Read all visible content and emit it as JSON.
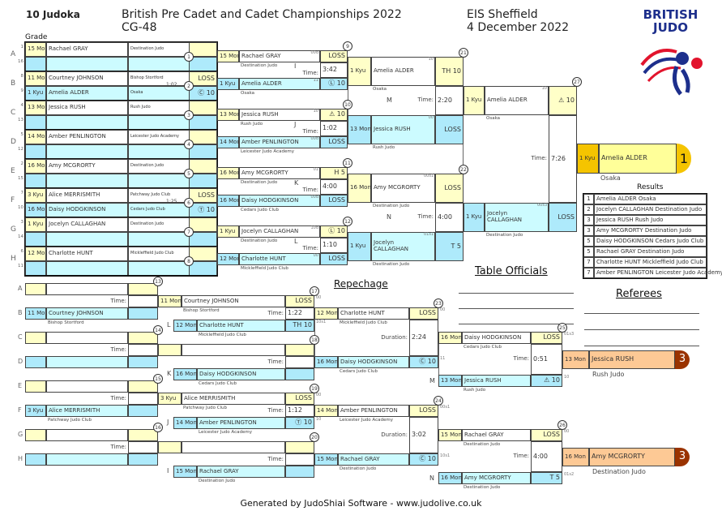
{
  "header": {
    "judoka": "10 Judoka",
    "title": "British Pre Cadet and Cadet Championships 2022",
    "category": "CG-48",
    "venue": "EIS Sheffield",
    "date": "4 December 2022",
    "grade_label": "Grade",
    "logo_text_1": "BRITISH",
    "logo_text_2": "JUDO"
  },
  "labels": {
    "time": "Time:",
    "duration": "Duration:",
    "repechage": "Repechage",
    "table_officials": "Table Officials",
    "referees": "Referees",
    "results": "Results",
    "footer": "Generated by JudoShiai Software - www.judolive.co.uk"
  },
  "round1": [
    {
      "letter": "A",
      "match": "1",
      "time": "",
      "white": {
        "seed": "1",
        "grade": "15 Mon",
        "name": "Rachael GRAY",
        "club": "Destination Judo",
        "score": ""
      },
      "blue": {
        "seed": "16",
        "grade": "",
        "name": "",
        "club": "",
        "score": ""
      }
    },
    {
      "letter": "B",
      "match": "2",
      "time": "1:02",
      "white": {
        "seed": "8",
        "grade": "11 Mon",
        "name": "Courtney JOHNSON",
        "club": "Bishop Stortford",
        "score": "LOSS"
      },
      "blue": {
        "seed": "9",
        "grade": "1 Kyu",
        "name": "Amelia ALDER",
        "club": "Osaka",
        "score": "Ⓒ 10"
      }
    },
    {
      "letter": "C",
      "match": "3",
      "time": "",
      "white": {
        "seed": "4",
        "grade": "13 Mon",
        "name": "Jessica RUSH",
        "club": "Rush Judo",
        "score": ""
      },
      "blue": {
        "seed": "13",
        "grade": "",
        "name": "",
        "club": "",
        "score": ""
      }
    },
    {
      "letter": "D",
      "match": "4",
      "time": "",
      "white": {
        "seed": "5",
        "grade": "14 Mon",
        "name": "Amber PENLINGTON",
        "club": "Leicester Judo Academy",
        "score": ""
      },
      "blue": {
        "seed": "12",
        "grade": "",
        "name": "",
        "club": "",
        "score": ""
      }
    },
    {
      "letter": "E",
      "match": "5",
      "time": "",
      "white": {
        "seed": "2",
        "grade": "16 Mon",
        "name": "Amy MCGRORTY",
        "club": "Destination Judo",
        "score": ""
      },
      "blue": {
        "seed": "15",
        "grade": "",
        "name": "",
        "club": "",
        "score": ""
      }
    },
    {
      "letter": "F",
      "match": "6",
      "time": "1:25",
      "white": {
        "seed": "7",
        "grade": "3 Kyu",
        "name": "Alice MERRISMITH",
        "club": "Patchway Judo Club",
        "score": "LOSS"
      },
      "blue": {
        "seed": "10",
        "grade": "16 Mon",
        "name": "Daisy HODGKINSON",
        "club": "Cedars Judo Club",
        "score": "Ⓣ 10"
      }
    },
    {
      "letter": "G",
      "match": "7",
      "time": "",
      "white": {
        "seed": "3",
        "grade": "1 Kyu",
        "name": "Jocelyn CALLAGHAN",
        "club": "Destination Judo",
        "score": ""
      },
      "blue": {
        "seed": "14",
        "grade": "",
        "name": "",
        "club": "",
        "score": ""
      }
    },
    {
      "letter": "H",
      "match": "8",
      "time": "",
      "white": {
        "seed": "6",
        "grade": "12 Mon",
        "name": "Charlotte HUNT",
        "club": "Mickleffield Judo Club",
        "score": ""
      },
      "blue": {
        "seed": "11",
        "grade": "",
        "name": "",
        "club": "",
        "score": ""
      }
    }
  ],
  "round2": [
    {
      "match": "9",
      "letter": "I",
      "time": "3:42",
      "white": {
        "grade": "15 Mon",
        "name": "Rachael GRAY",
        "club": "Destination Judo",
        "score": "LOSS",
        "code": "00d"
      },
      "blue": {
        "grade": "1 Kyu",
        "name": "Amelia ALDER",
        "club": "Osaka",
        "score": "Ⓛ 10",
        "code": "11"
      }
    },
    {
      "match": "10",
      "letter": "J",
      "time": "1:02",
      "white": {
        "grade": "13 Mon",
        "name": "Jessica RUSH",
        "club": "Rush Judo",
        "score": "⚠ 10",
        "code": "10"
      },
      "blue": {
        "grade": "14 Mon",
        "name": "Amber PENLINGTON",
        "club": "Leicester Judo Academy",
        "score": "LOSS",
        "code": "00d"
      }
    },
    {
      "match": "11",
      "letter": "K",
      "time": "4:00",
      "white": {
        "grade": "16 Mon",
        "name": "Amy MCGRORTY",
        "club": "Destination Judo",
        "score": "H 5",
        "code": "01"
      },
      "blue": {
        "grade": "16 Mon",
        "name": "Daisy HODGKINSON",
        "club": "Cedars Judo Club",
        "score": "LOSS",
        "code": "00d"
      }
    },
    {
      "match": "12",
      "letter": "L",
      "time": "1:10",
      "white": {
        "grade": "1 Kyu",
        "name": "Jocelyn CALLAGHAN",
        "club": "Destination Judo",
        "score": "Ⓛ 10",
        "code": "10d"
      },
      "blue": {
        "grade": "12 Mon",
        "name": "Charlotte HUNT",
        "club": "Mickleffield Judo Club",
        "score": "LOSS",
        "code": "00"
      }
    }
  ],
  "semis": [
    {
      "match": "21",
      "letter": "M",
      "time": "2:20",
      "white": {
        "grade": "1 Kyu",
        "name": "Amelia ALDER",
        "club": "Osaka",
        "score": "TH 10",
        "code": "10"
      },
      "blue": {
        "grade": "13 Mon",
        "name": "Jessica RUSH",
        "club": "Rush Judo",
        "score": "LOSS",
        "code": "00"
      }
    },
    {
      "match": "22",
      "letter": "N",
      "time": "4:00",
      "white": {
        "grade": "16 Mon",
        "name": "Amy MCGRORTY",
        "club": "Destination Judo",
        "score": "LOSS",
        "code": "00s1"
      },
      "blue": {
        "grade": "1 Kyu",
        "name": "Jocelyn CALLAGHAN",
        "club": "Destination Judo",
        "score": "T 5",
        "code": "01s1"
      }
    }
  ],
  "final": {
    "match": "27",
    "letter": "",
    "time": "7:26",
    "white": {
      "grade": "1 Kyu",
      "name": "Amelia ALDER",
      "club": "Osaka",
      "score": "⚠ 10",
      "code": "10"
    },
    "blue": {
      "grade": "1 Kyu",
      "name": "Jocelyn CALLAGHAN",
      "club": "Destination Judo",
      "score": "LOSS",
      "code": "00s3"
    }
  },
  "winner": {
    "grade": "1 Kyu",
    "name": "Amelia ALDER",
    "club": "Osaka",
    "place": "1"
  },
  "results": [
    {
      "place": "1",
      "text": "Amelia ALDER Osaka"
    },
    {
      "place": "2",
      "text": "Jocelyn CALLAGHAN Destination Judo"
    },
    {
      "place": "3",
      "text": "Jessica RUSH Rush Judo"
    },
    {
      "place": "3",
      "text": "Amy MCGRORTY Destination Judo"
    },
    {
      "place": "5",
      "text": "Daisy HODGKINSON Cedars Judo Club"
    },
    {
      "place": "5",
      "text": "Rachael GRAY Destination Judo"
    },
    {
      "place": "7",
      "text": "Charlotte HUNT Mickleffield Judo Club"
    },
    {
      "place": "7",
      "text": "Amber PENLINGTON Leicester Judo Academy"
    }
  ],
  "rep1": [
    {
      "match": "13",
      "white_letter": "A",
      "blue_letter": "B",
      "time": "",
      "white": {
        "grade": "",
        "name": "",
        "club": "",
        "score": ""
      },
      "blue": {
        "grade": "11 Mon",
        "name": "Courtney JOHNSON",
        "club": "Bishop Stortford",
        "score": ""
      }
    },
    {
      "match": "14",
      "white_letter": "C",
      "blue_letter": "D",
      "time": "",
      "white": {
        "grade": "",
        "name": "",
        "club": "",
        "score": ""
      },
      "blue": {
        "grade": "",
        "name": "",
        "club": "",
        "score": ""
      }
    },
    {
      "match": "15",
      "white_letter": "E",
      "blue_letter": "F",
      "time": "",
      "white": {
        "grade": "",
        "name": "",
        "club": "",
        "score": ""
      },
      "blue": {
        "grade": "3 Kyu",
        "name": "Alice MERRISMITH",
        "club": "Patchway Judo Club",
        "score": ""
      }
    },
    {
      "match": "16",
      "white_letter": "G",
      "blue_letter": "H",
      "time": "",
      "white": {
        "grade": "",
        "name": "",
        "club": "",
        "score": ""
      },
      "blue": {
        "grade": "",
        "name": "",
        "club": "",
        "score": ""
      }
    }
  ],
  "rep2": [
    {
      "match": "17",
      "letter": "L",
      "time": "1:22",
      "white": {
        "grade": "11 Mon",
        "name": "Courtney JOHNSON",
        "club": "Bishop Stortford",
        "score": "LOSS",
        "code": "00"
      },
      "blue": {
        "grade": "12 Mon",
        "name": "Charlotte HUNT",
        "club": "Mickleffield Judo Club",
        "score": "TH 10",
        "code": "10s1"
      }
    },
    {
      "match": "18",
      "letter": "K",
      "time": "",
      "white": {
        "grade": "",
        "name": "",
        "club": "",
        "score": "",
        "code": ""
      },
      "blue": {
        "grade": "16 Mon",
        "name": "Daisy HODGKINSON",
        "club": "Cedars Judo Club",
        "score": "",
        "code": ""
      }
    },
    {
      "match": "19",
      "letter": "J",
      "time": "1:12",
      "white": {
        "grade": "3 Kyu",
        "name": "Alice MERRISMITH",
        "club": "Patchway Judo Club",
        "score": "LOSS",
        "code": "00"
      },
      "blue": {
        "grade": "14 Mon",
        "name": "Amber PENLINGTON",
        "club": "Leicester Judo Academy",
        "score": "Ⓣ 10",
        "code": "10"
      }
    },
    {
      "match": "20",
      "letter": "I",
      "time": "",
      "white": {
        "grade": "",
        "name": "",
        "club": "",
        "score": "",
        "code": ""
      },
      "blue": {
        "grade": "15 Mon",
        "name": "Rachael GRAY",
        "club": "Destination Judo",
        "score": "",
        "code": ""
      }
    }
  ],
  "rep3": [
    {
      "match": "23",
      "letter": "",
      "time": "2:24",
      "white": {
        "grade": "12 Mon",
        "name": "Charlotte HUNT",
        "club": "Mickleffield Judo Club",
        "score": "LOSS",
        "code": "00"
      },
      "blue": {
        "grade": "16 Mon",
        "name": "Daisy HODGKINSON",
        "club": "Cedars Judo Club",
        "score": "Ⓒ 10",
        "code": "11"
      }
    },
    {
      "match": "24",
      "letter": "",
      "time": "3:02",
      "white": {
        "grade": "14 Mon",
        "name": "Amber PENLINGTON",
        "club": "Leicester Judo Academy",
        "score": "LOSS",
        "code": "00s1"
      },
      "blue": {
        "grade": "15 Mon",
        "name": "Rachael GRAY",
        "club": "Destination Judo",
        "score": "Ⓒ 10",
        "code": "10s1"
      }
    }
  ],
  "bronze": [
    {
      "match": "25",
      "letter": "M",
      "time": "0:51",
      "white": {
        "grade": "16 Mon",
        "name": "Daisy HODGKINSON",
        "club": "Cedars Judo Club",
        "score": "LOSS",
        "code": "01s3"
      },
      "blue": {
        "grade": "13 Mon",
        "name": "Jessica RUSH",
        "club": "Rush Judo",
        "score": "⚠ 10",
        "code": "10"
      },
      "result": {
        "grade": "13 Mon",
        "name": "Jessica RUSH",
        "club": "Rush Judo",
        "place": "3"
      }
    },
    {
      "match": "26",
      "letter": "N",
      "time": "4:00",
      "white": {
        "grade": "15 Mon",
        "name": "Rachael GRAY",
        "club": "Destination Judo",
        "score": "LOSS",
        "code": "00"
      },
      "blue": {
        "grade": "16 Mon",
        "name": "Amy MCGRORTY",
        "club": "Destination Judo",
        "score": "T 5",
        "code": "01s2"
      },
      "result": {
        "grade": "16 Mon",
        "name": "Amy MCGRORTY",
        "club": "Destination Judo",
        "place": "3"
      }
    }
  ],
  "colors": {
    "yellow": "#ffffc8",
    "blue": "#aeeafb",
    "cyan": "#ccfbff",
    "gold": "#f5c400",
    "orange": "#fdc995",
    "brown": "#9a3300",
    "logo_blue": "#1d2f8c",
    "logo_red": "#e2142d"
  }
}
